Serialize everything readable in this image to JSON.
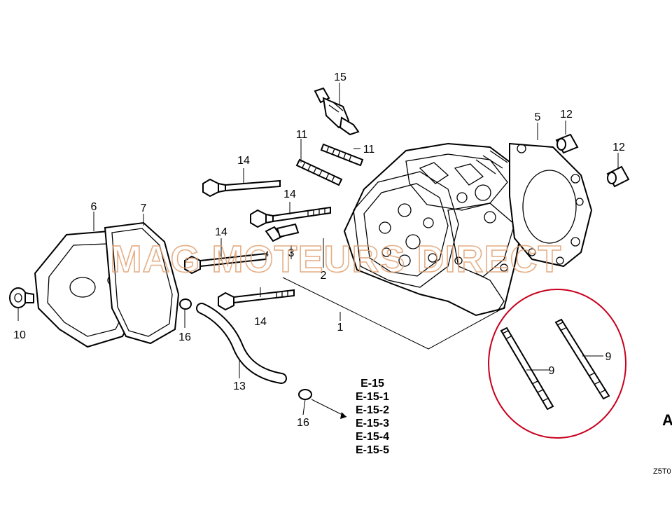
{
  "diagram": {
    "callouts": {
      "c1": "1",
      "c2": "2",
      "c3": "3",
      "c4": "4",
      "c5": "5",
      "c6": "6",
      "c7": "7",
      "c9a": "9",
      "c9b": "9",
      "c10": "10",
      "c11a": "11",
      "c11b": "11",
      "c12a": "12",
      "c12b": "12",
      "c13": "13",
      "c14a": "14",
      "c14b": "14",
      "c14c": "14",
      "c14d": "14",
      "c15": "15",
      "c16a": "16",
      "c16b": "16"
    },
    "references": [
      "E-15",
      "E-15-1",
      "E-15-2",
      "E-15-3",
      "E-15-4",
      "E-15-5"
    ],
    "diagram_code": "Z5T0",
    "edge_glyph": "A",
    "watermark": "MAG MOTEURS DIRECT",
    "highlight_color": "#c8001e",
    "watermark_color": "#e0a070"
  }
}
